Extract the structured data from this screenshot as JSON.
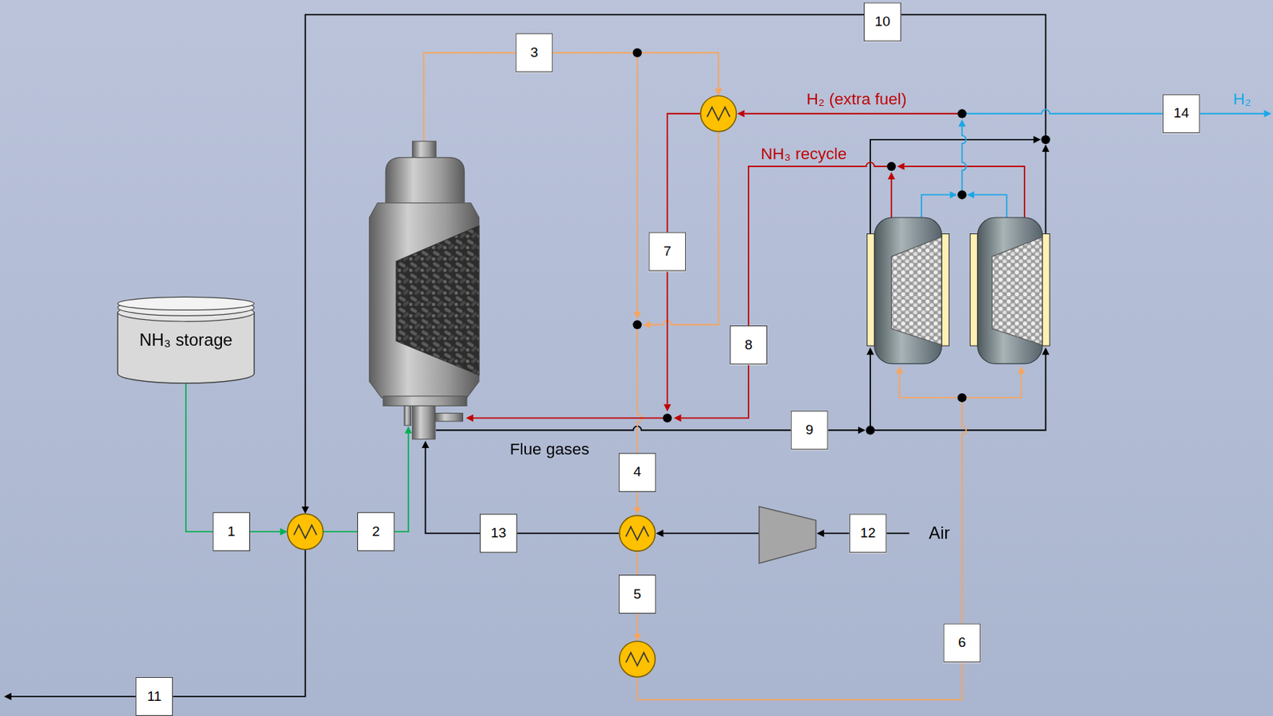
{
  "diagram": {
    "nodes": [
      {
        "text": [
          "NH₃ storage"
        ]
      },
      {
        "text": [
          "1"
        ]
      },
      {
        "text": [
          "2"
        ]
      },
      {
        "text": [
          "3"
        ]
      },
      {
        "text": [
          "4"
        ]
      },
      {
        "text": [
          "5"
        ]
      },
      {
        "text": [
          "6"
        ]
      },
      {
        "text": [
          "7"
        ]
      },
      {
        "text": [
          "8"
        ]
      },
      {
        "text": [
          "9"
        ]
      },
      {
        "text": [
          "10"
        ]
      },
      {
        "text": [
          "11"
        ]
      },
      {
        "text": [
          "12"
        ]
      },
      {
        "text": [
          "13"
        ]
      },
      {
        "text": [
          "14"
        ]
      }
    ],
    "edges": [
      {
        "from": 0,
        "to": 1,
        "arrow": "none"
      }
    ],
    "labels": [
      "H₂ (extra fuel)",
      "NH₃ recycle",
      "Flue gases",
      "Air",
      "H₂"
    ]
  }
}
